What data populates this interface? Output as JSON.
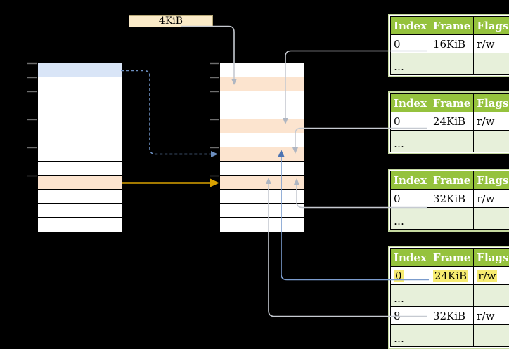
{
  "page_size_label": "4KiB",
  "colors": {
    "header_green": "#95C23D",
    "row_light_green": "#E7F0DA",
    "table_border": "#C5D9A0",
    "frame_orange": "#FCE4CF",
    "page_blue": "#D9E5F7",
    "label_tan": "#FBEBC8",
    "highlight_yellow": "#F6EB70",
    "gray_line": "#C6CAD1",
    "gray_head": "#AFB6C2",
    "blue_line": "#7B9CCD",
    "blue_head": "#4D74B2",
    "dashed_blue": "#6C8EBF",
    "orange_arrow": "#D9A100",
    "tick": "#6E6E6E",
    "cell_white": "#FFFFFF"
  },
  "virtual_memory_column": {
    "rows": [
      "blue",
      "white",
      "white",
      "white",
      "white",
      "white",
      "white",
      "white",
      "orange",
      "white",
      "white",
      "white"
    ]
  },
  "physical_memory_column": {
    "rows": [
      "white",
      "orange",
      "white",
      "white",
      "orange",
      "white",
      "orange",
      "white",
      "orange",
      "white",
      "white",
      "white"
    ]
  },
  "page_tables": [
    {
      "headers": [
        "Index",
        "Frame",
        "Flags"
      ],
      "rows": [
        {
          "index": "0",
          "frame": "16KiB",
          "flags": "r/w",
          "highlight": false,
          "ellipsis": false
        },
        {
          "index": "…",
          "frame": "",
          "flags": "",
          "highlight": false,
          "ellipsis": true
        }
      ]
    },
    {
      "headers": [
        "Index",
        "Frame",
        "Flags"
      ],
      "rows": [
        {
          "index": "0",
          "frame": "24KiB",
          "flags": "r/w",
          "highlight": false,
          "ellipsis": false
        },
        {
          "index": "…",
          "frame": "",
          "flags": "",
          "highlight": false,
          "ellipsis": true
        }
      ]
    },
    {
      "headers": [
        "Index",
        "Frame",
        "Flags"
      ],
      "rows": [
        {
          "index": "0",
          "frame": "32KiB",
          "flags": "r/w",
          "highlight": false,
          "ellipsis": false
        },
        {
          "index": "…",
          "frame": "",
          "flags": "",
          "highlight": false,
          "ellipsis": true
        }
      ]
    },
    {
      "headers": [
        "Index",
        "Frame",
        "Flags"
      ],
      "rows": [
        {
          "index": "0",
          "frame": "24KiB",
          "flags": "r/w",
          "highlight": true,
          "ellipsis": false
        },
        {
          "index": "…",
          "frame": "",
          "flags": "",
          "highlight": false,
          "ellipsis": true
        },
        {
          "index": "8",
          "frame": "32KiB",
          "flags": "r/w",
          "highlight": false,
          "ellipsis": false
        },
        {
          "index": "…",
          "frame": "",
          "flags": "",
          "highlight": false,
          "ellipsis": true
        }
      ]
    }
  ]
}
